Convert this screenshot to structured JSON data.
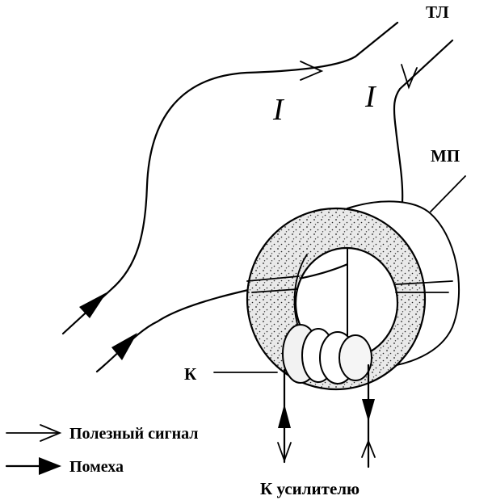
{
  "labels": {
    "transmission_line": "ТЛ",
    "magnetic_core": "МП",
    "coil": "К",
    "current_1": "I",
    "current_2": "I",
    "to_amplifier": "К усилителю"
  },
  "legend": {
    "useful_signal": "Полезный сигнал",
    "interference": "Помеха"
  },
  "colors": {
    "ink": "#000000",
    "background": "#ffffff",
    "core_fill": "#e6e6e6"
  }
}
